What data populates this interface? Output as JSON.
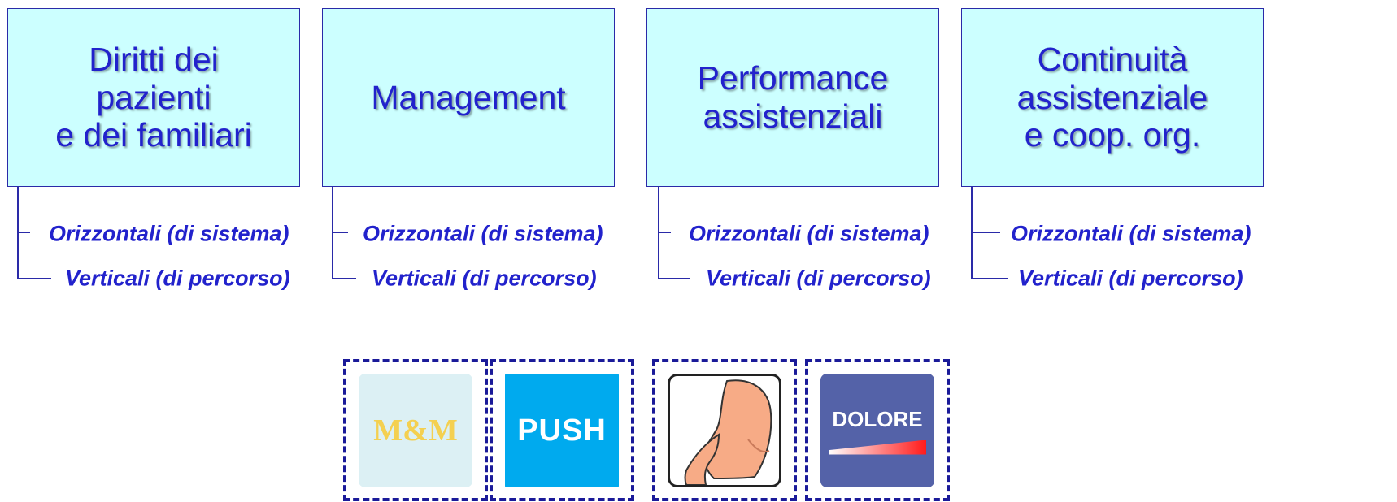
{
  "columns": [
    {
      "title": "Diritti dei\npazienti\ne dei familiari",
      "sub1": "Orizzontali (di sistema)",
      "sub2": "Verticali (di percorso)"
    },
    {
      "title": "Management",
      "sub1": "Orizzontali (di sistema)",
      "sub2": "Verticali (di percorso)"
    },
    {
      "title": "Performance\nassistenziali",
      "sub1": "Orizzontali (di sistema)",
      "sub2": "Verticali (di percorso)"
    },
    {
      "title": "Continuità\nassistenziale\ne coop. org.",
      "sub1": "Orizzontali (di sistema)",
      "sub2": "Verticali (di percorso)"
    }
  ],
  "tiles": [
    {
      "label": "M&M",
      "icon": "mm-logo-icon",
      "bg": "#dcf0f4",
      "color": "#f4d050"
    },
    {
      "label": "PUSH",
      "icon": "push-logo-icon",
      "bg": "#00aaee",
      "color": "#ffffff"
    },
    {
      "label": "",
      "icon": "shoulder-body-icon",
      "bg": "#ffffff",
      "color": "#f4a27c"
    },
    {
      "label": "DOLORE",
      "icon": "dolore-logo-icon",
      "bg": "#5462a8",
      "color": "#ffffff"
    }
  ],
  "colors": {
    "box_fill": "#ccffff",
    "text": "#2222cc",
    "border": "#2a2aa8",
    "dashed": "#1a1a99"
  }
}
